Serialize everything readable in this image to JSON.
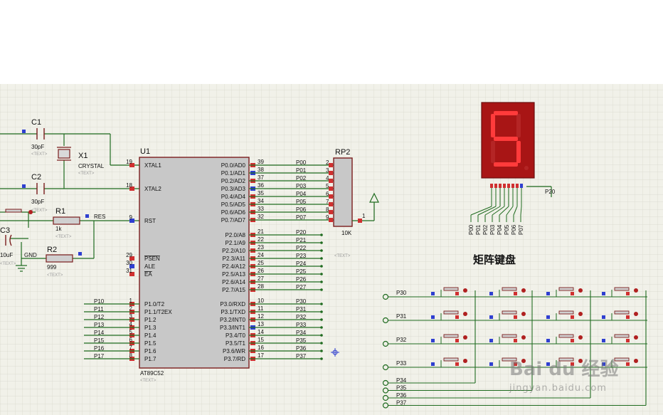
{
  "colors": {
    "sheet": "#f1f1e9",
    "grid": "#d6d6cc",
    "wire": "#1f6b1f",
    "body": "#c8c8c8",
    "outline": "#7a1d1d",
    "pin_red": "#d03030",
    "pin_blue": "#2f3fd0",
    "label": "#111111",
    "display_bg": "#a81515",
    "segment_on": "#ff3b3b",
    "segment_off": "#c33a3a",
    "text_hint": "#9a9a9a"
  },
  "labels": {
    "c1": "C1",
    "c1_val": "30pF",
    "c2": "C2",
    "c2_val": "30pF",
    "c3": "C3",
    "c3_val": "10uF",
    "x1": "X1",
    "x1_val": "CRYSTAL",
    "r1": "R1",
    "r1_val": "1k",
    "r2": "R2",
    "r2_val": "999",
    "gnd": "GND",
    "res": "RES",
    "u1": "U1",
    "u1_part": "AT89C52",
    "rp2": "RP2",
    "rp2_val": "10K",
    "text_hint": "<TEXT>",
    "keypad_title": "矩阵键盘",
    "display_p20": "P20",
    "watermark_logo": "Bai du 经验",
    "watermark_url": "jingyan.baidu.com"
  },
  "u1": {
    "left_pins": [
      {
        "num": "19",
        "name": "XTAL1"
      },
      {
        "num": "18",
        "name": "XTAL2"
      },
      {
        "num": "9",
        "name": "RST"
      },
      {
        "num": "29",
        "name": "PSEN"
      },
      {
        "num": "30",
        "name": "ALE"
      },
      {
        "num": "31",
        "name": "EA"
      },
      {
        "num": "1",
        "name": "P1.0/T2",
        "net": "P10"
      },
      {
        "num": "2",
        "name": "P1.1/T2EX",
        "net": "P11"
      },
      {
        "num": "3",
        "name": "P1.2",
        "net": "P12"
      },
      {
        "num": "4",
        "name": "P1.3",
        "net": "P13"
      },
      {
        "num": "5",
        "name": "P1.4",
        "net": "P14"
      },
      {
        "num": "6",
        "name": "P1.5",
        "net": "P15"
      },
      {
        "num": "7",
        "name": "P1.6",
        "net": "P16"
      },
      {
        "num": "8",
        "name": "P1.7",
        "net": "P17"
      }
    ],
    "right_p0": [
      {
        "num": "39",
        "name": "P0.0/AD0",
        "net": "P00",
        "rp": "2"
      },
      {
        "num": "38",
        "name": "P0.1/AD1",
        "net": "P01",
        "rp": "3"
      },
      {
        "num": "37",
        "name": "P0.2/AD2",
        "net": "P02",
        "rp": "4"
      },
      {
        "num": "36",
        "name": "P0.3/AD3",
        "net": "P03",
        "rp": "5"
      },
      {
        "num": "35",
        "name": "P0.4/AD4",
        "net": "P04",
        "rp": "6"
      },
      {
        "num": "34",
        "name": "P0.5/AD5",
        "net": "P05",
        "rp": "7"
      },
      {
        "num": "33",
        "name": "P0.6/AD6",
        "net": "P06",
        "rp": "8"
      },
      {
        "num": "32",
        "name": "P0.7/AD7",
        "net": "P07",
        "rp": "9"
      }
    ],
    "right_p2": [
      {
        "num": "21",
        "name": "P2.0/A8",
        "net": "P20"
      },
      {
        "num": "22",
        "name": "P2.1/A9",
        "net": "P21"
      },
      {
        "num": "23",
        "name": "P2.2/A10",
        "net": "P22"
      },
      {
        "num": "24",
        "name": "P2.3/A11",
        "net": "P23"
      },
      {
        "num": "25",
        "name": "P2.4/A12",
        "net": "P24"
      },
      {
        "num": "26",
        "name": "P2.5/A13",
        "net": "P25"
      },
      {
        "num": "27",
        "name": "P2.6/A14",
        "net": "P26"
      },
      {
        "num": "28",
        "name": "P2.7/A15",
        "net": "P27"
      }
    ],
    "right_p3": [
      {
        "num": "10",
        "name": "P3.0/RXD",
        "net": "P30"
      },
      {
        "num": "11",
        "name": "P3.1/TXD",
        "net": "P31"
      },
      {
        "num": "12",
        "name": "P3.2/INT0",
        "net": "P32"
      },
      {
        "num": "13",
        "name": "P3.3/INT1",
        "net": "P33"
      },
      {
        "num": "14",
        "name": "P3.4/T0",
        "net": "P34"
      },
      {
        "num": "15",
        "name": "P3.5/T1",
        "net": "P35"
      },
      {
        "num": "16",
        "name": "P3.6/WR",
        "net": "P36"
      },
      {
        "num": "17",
        "name": "P3.7/RD",
        "net": "P37"
      }
    ]
  },
  "rp2_common_pin": "1",
  "display": {
    "digit": "5",
    "pins": [
      "P00",
      "P01",
      "P02",
      "P03",
      "P04",
      "P05",
      "P06",
      "P07"
    ]
  },
  "keypad": {
    "rows": [
      "P30",
      "P31",
      "P32",
      "P33"
    ],
    "cols": [
      "P34",
      "P35",
      "P36",
      "P37"
    ]
  }
}
